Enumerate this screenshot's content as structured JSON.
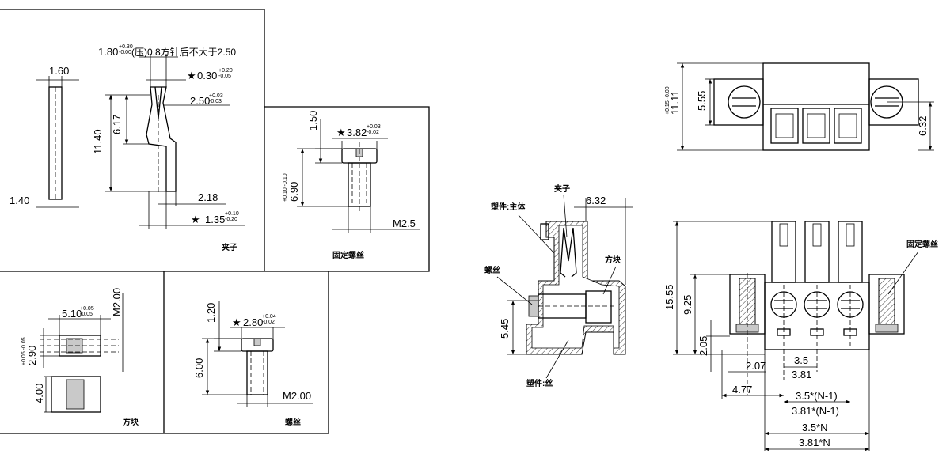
{
  "panels": {
    "clip": {
      "name": "夹子",
      "dims": {
        "d160": "1.60",
        "d140": "1.40",
        "d180": "1.80",
        "d180_tol_up": "+0.30",
        "d180_tol_dn": "-0.00",
        "d08_note": "(压)0.8方针后不大于2.50",
        "d030": "0.30",
        "d030_tol_up": "+0.20",
        "d030_tol_dn": "-0.05",
        "d250": "2.50",
        "d250_tol_up": "+0.03",
        "d250_tol_dn": "-0.03",
        "d617": "6.17",
        "d1140": "11.40",
        "d218": "2.18",
        "d135": "1.35",
        "d135_tol_up": "+0.10",
        "d135_tol_dn": "-0.20"
      }
    },
    "fixing_screw": {
      "name": "固定螺丝",
      "dims": {
        "d150": "1.50",
        "d382": "3.82",
        "d382_tol_up": "+0.03",
        "d382_tol_dn": "-0.02",
        "d690": "6.90",
        "d690_tol": "+0.10 -0.10",
        "thread": "M2.5"
      }
    },
    "block": {
      "name": "方块",
      "dims": {
        "d510": "5.10",
        "d510_tol_up": "+0.05",
        "d510_tol_dn": "-0.05",
        "thread": "M2.00",
        "d290": "2.90",
        "d290_tol": "+0.05 -0.05",
        "d400": "4.00"
      }
    },
    "screw": {
      "name": "螺丝",
      "dims": {
        "d120": "1.20",
        "d280": "2.80",
        "d280_tol_up": "+0.04",
        "d280_tol_dn": "-0.02",
        "d600": "6.00",
        "thread": "M2.00"
      }
    }
  },
  "section_view": {
    "labels": {
      "body": "塑件:主体",
      "clip": "夹子",
      "screw": "螺丝",
      "block": "方块",
      "plastic_screw": "塑件:丝"
    },
    "dims": {
      "d632": "6.32",
      "d545": "5.45"
    }
  },
  "top_view": {
    "dims": {
      "d1111": "11.11",
      "d1111_tol": "+0.15 -0.00",
      "d555": "5.55",
      "d632": "6.32"
    }
  },
  "front_view": {
    "label_fixing_screw": "固定螺丝",
    "dims": {
      "d1555": "15.55",
      "d925": "9.25",
      "d205": "2.05",
      "d207": "2.07",
      "d477": "4.77",
      "d35": "3.5",
      "d381": "3.81",
      "d35n1": "3.5*(N-1)",
      "d381n1": "3.81*(N-1)",
      "d35n": "3.5*N",
      "d381n": "3.81*N"
    }
  }
}
